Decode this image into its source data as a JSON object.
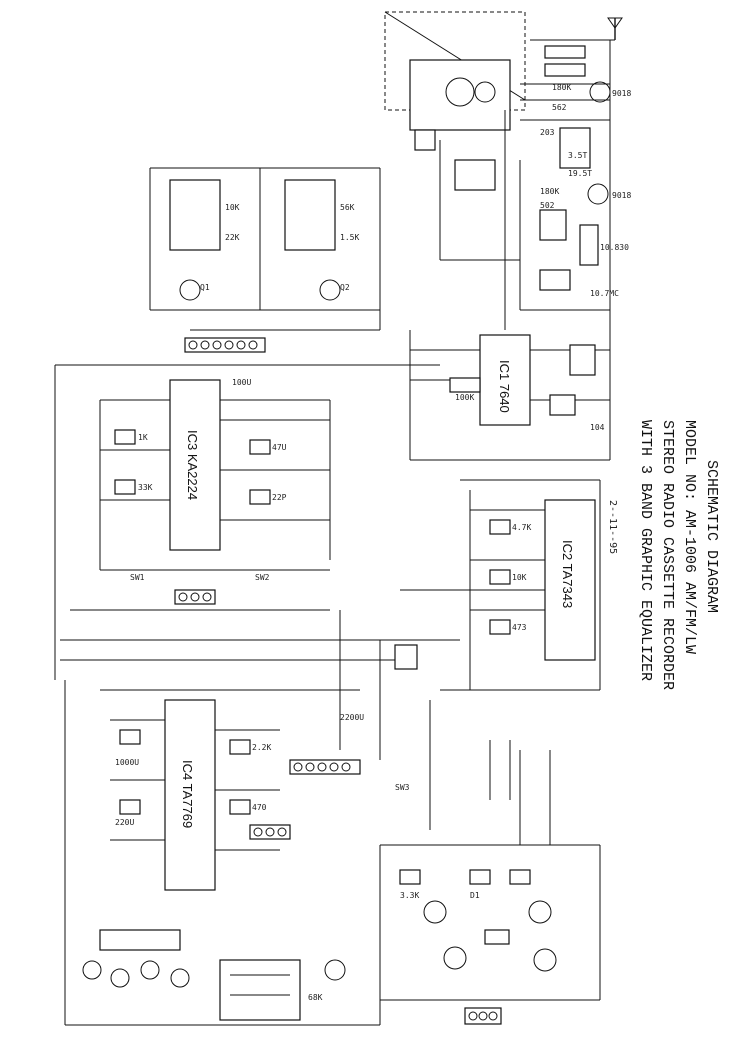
{
  "title": {
    "line1": "SCHEMATIC DIAGRAM",
    "line2": "MODEL NO: AM-1006 AM/FM/LW",
    "line3": "STEREO RADIO CASSETTE RECORDER",
    "line4": "WITH 3 BAND GRAPHIC EQUALIZER",
    "date": "2--11--95"
  },
  "ics": {
    "ic1": "IC1 7640",
    "ic2": "IC2 TA7343",
    "ic3": "IC3 KA2224",
    "ic4": "IC4 TA7769"
  },
  "labels": {
    "r1": "180K",
    "r2": "562",
    "r3": "203",
    "r4": "3.5T",
    "r5": "19.5T",
    "r6": "180K",
    "r7": "502",
    "r8": "10K",
    "r9": "100K",
    "r10": "4.7K",
    "r11": "22K",
    "r12": "1K",
    "r13": "33K",
    "r14": "2.2K",
    "r15": "470",
    "r16": "56K",
    "r17": "10K",
    "r18": "1.5K",
    "r19": "3.3K",
    "r20": "68K",
    "c1": "10.7MC",
    "c2": "10.830",
    "c3": "22P",
    "c4": "104",
    "c5": "473",
    "c6": "220U",
    "c7": "47U",
    "c8": "100U",
    "c9": "1000U",
    "c10": "2200U",
    "q1": "9018",
    "q2": "9018",
    "q3": "Q1",
    "q4": "Q2",
    "q5": "D1",
    "sw1": "SW1",
    "sw2": "SW2",
    "sw3": "SW3"
  }
}
